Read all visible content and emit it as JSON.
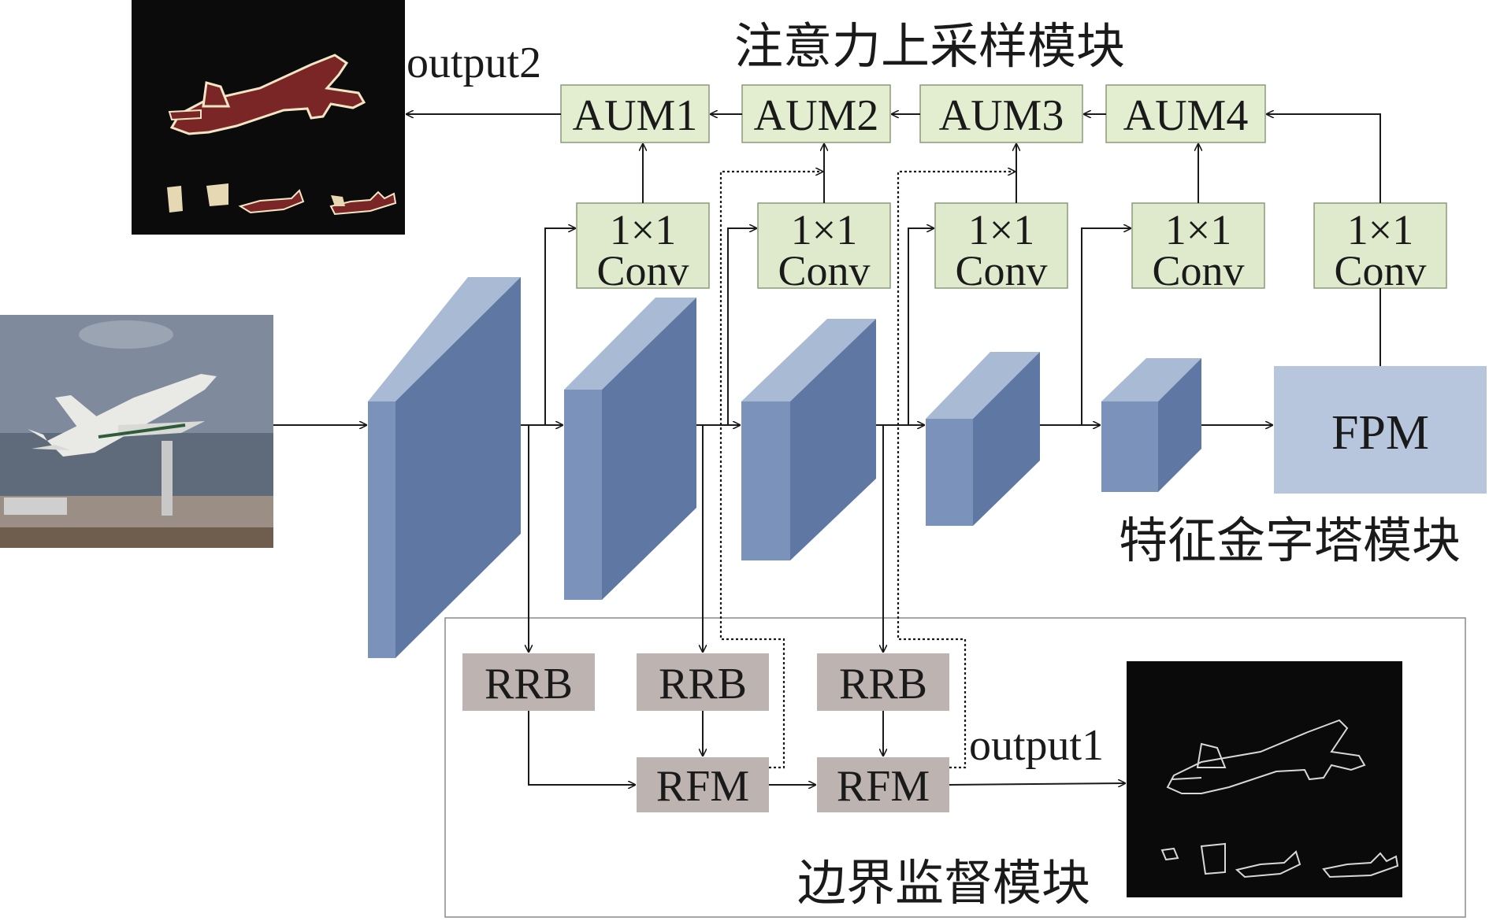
{
  "modules": {
    "attention_upsampling": "注意力上采样模块",
    "feature_pyramid": "特征金字塔模块",
    "boundary_supervision": "边界监督模块"
  },
  "aum_blocks": [
    "AUM1",
    "AUM2",
    "AUM3",
    "AUM4"
  ],
  "conv_blocks": [
    {
      "line1": "1×1",
      "line2": "Conv"
    },
    {
      "line1": "1×1",
      "line2": "Conv"
    },
    {
      "line1": "1×1",
      "line2": "Conv"
    },
    {
      "line1": "1×1",
      "line2": "Conv"
    },
    {
      "line1": "1×1",
      "line2": "Conv"
    }
  ],
  "fpm_label": "FPM",
  "rrb_blocks": [
    "RRB",
    "RRB",
    "RRB"
  ],
  "rfm_blocks": [
    "RFM",
    "RFM"
  ],
  "outputs": {
    "output1": "output1",
    "output2": "output2"
  },
  "colors": {
    "backbone_front": "#7b93bb",
    "backbone_side": "#5e77a3",
    "backbone_top": "#a9bad4",
    "aum_fill": "#e3edcf",
    "gray_block": "#bdb3b1",
    "fpm_fill": "#b8c6dd",
    "segmentation_plane": "#7a2626",
    "segmentation_edge": "#f3e6c4"
  }
}
